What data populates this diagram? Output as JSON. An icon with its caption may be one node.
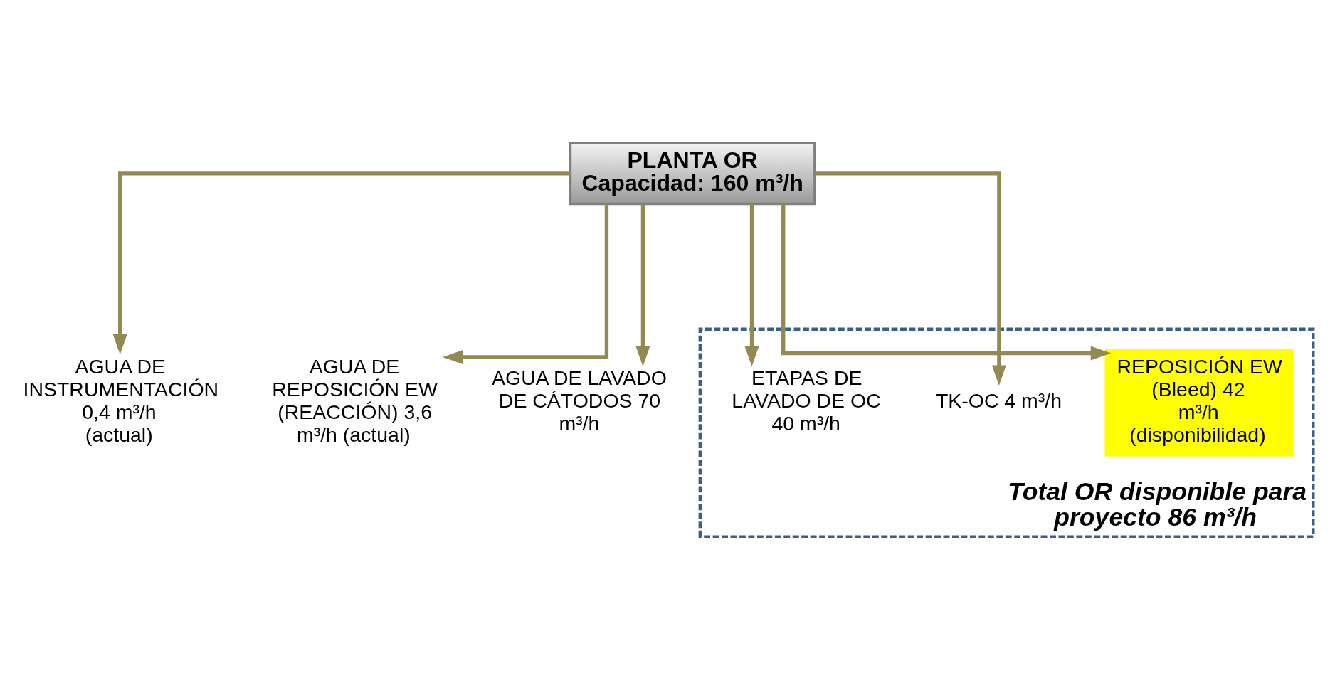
{
  "diagram": {
    "nodes": [
      {
        "text": [
          "PLANTA OR",
          "Capacidad: 160 m³/h"
        ]
      },
      {
        "text": [
          "AGUA DE INSTRUMENTACIÓN 0,4 m³/h (actual)"
        ]
      },
      {
        "text": [
          "AGUA DE REPOSICIÓN EW (REACCIÓN) 3,6 m³/h (actual)"
        ]
      },
      {
        "text": [
          "AGUA DE LAVADO DE CÁTODOS 70 m³/h"
        ]
      },
      {
        "text": [
          "Total OR disponible para proyecto 86 m³/h"
        ]
      },
      {
        "text": [
          "REPOSICIÓN EW (Bleed) 42 m³/h (disponibilidad)"
        ],
        "in": 4
      },
      {
        "text": [
          "TK-OC 4 m³/h"
        ],
        "in": 4
      },
      {
        "text": [
          "ETAPAS DE LAVADO DE OC 40 m³/h"
        ],
        "in": 4
      }
    ],
    "edges": [
      {
        "from": 0,
        "to": 1,
        "arrow": "to",
        "color": "#938953"
      },
      {
        "from": 0,
        "to": 2,
        "arrow": "to",
        "color": "#938953"
      },
      {
        "from": 0,
        "to": 3,
        "arrow": "to",
        "color": "#938953"
      },
      {
        "from": 0,
        "to": 5,
        "arrow": "to",
        "color": "#938953"
      },
      {
        "from": 0,
        "to": 6,
        "arrow": "to",
        "color": "#938953"
      },
      {
        "from": 0,
        "to": 7,
        "arrow": "to",
        "color": "#938953"
      }
    ]
  }
}
